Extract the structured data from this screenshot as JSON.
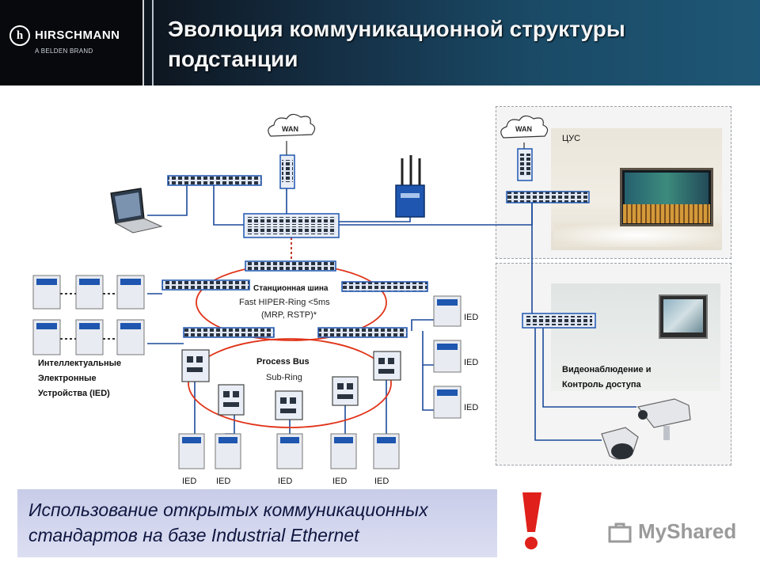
{
  "header": {
    "brand": "HIRSCHMANN",
    "brand_sub": "A BELDEN BRAND",
    "logo_letter": "h",
    "title_line1": "Эволюция коммуникационной структуры",
    "title_line2": "подстанции"
  },
  "diagram": {
    "wan_left": "WAN",
    "wan_right": "WAN",
    "station_bus_title": "Станционная шина",
    "station_bus_line1": "Fast HIPER-Ring <5ms",
    "station_bus_line2": "(MRP, RSTP)*",
    "process_bus_title": "Process Bus",
    "process_bus_sub": "Sub-Ring",
    "ied_group_line1": "Интеллектуальные",
    "ied_group_line2": "Электронные",
    "ied_group_line3": "Устройства (IED)",
    "ied_label": "IED",
    "control_center": "ЦУС",
    "video_line1": "Видеонаблюдение и",
    "video_line2": "Контроль доступа",
    "colors": {
      "ring": "#e0351a",
      "link": "#1b4a9a",
      "device": "#1e56b0"
    },
    "icons": [
      "cloud-icon",
      "switch-icon",
      "laptop-icon",
      "router-icon",
      "camera-icon",
      "dome-camera-icon"
    ]
  },
  "note": {
    "line1": "Использование открытых коммуникационных",
    "line2": "стандартов на базе Industrial Ethernet"
  },
  "watermark": "MyShared"
}
